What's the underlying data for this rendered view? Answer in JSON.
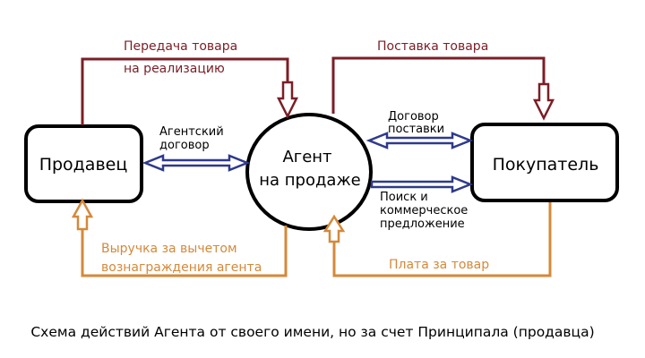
{
  "nodes": {
    "seller": "Продавец",
    "agent_line1": "Агент",
    "agent_line2": "на продаже",
    "buyer": "Покупатель"
  },
  "edges": {
    "transfer_line1": "Передача товара",
    "transfer_line2": "на реализацию",
    "supply": "Поставка товара",
    "agency_line1": "Агентский",
    "agency_line2": "договор",
    "contract_line1": "Договор",
    "contract_line2": "поставки",
    "search_line1": "Поиск и",
    "search_line2": "коммерческое",
    "search_line3": "предложение",
    "revenue_line1": "Выручка за вычетом",
    "revenue_line2": "вознаграждения агента",
    "payment": "Плата за товар"
  },
  "caption": "Схема действий Агента от своего имени, но за счет Принципала (продавца)",
  "colors": {
    "goods_flow": "#7b1e26",
    "money_flow": "#d4893a",
    "contract_flow": "#2e3a8c",
    "node_border": "#000000"
  }
}
